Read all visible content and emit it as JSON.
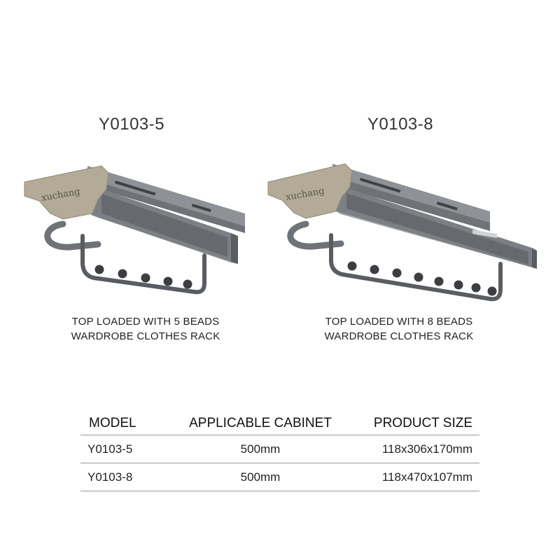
{
  "products": [
    {
      "model": "Y0103-5",
      "brand": "xuchang",
      "beads": 5,
      "desc_line1": "TOP LOADED WITH 5 BEADS",
      "desc_line2": "WARDROBE CLOTHES RACK"
    },
    {
      "model": "Y0103-8",
      "brand": "xuchang",
      "beads": 8,
      "desc_line1": "TOP LOADED WITH 8 BEADS",
      "desc_line2": "WARDROBE CLOTHES RACK"
    }
  ],
  "table": {
    "headers": [
      "MODEL",
      "APPLICABLE CABINET",
      "PRODUCT SIZE"
    ],
    "rows": [
      [
        "Y0103-5",
        "500mm",
        "118x306x170mm"
      ],
      [
        "Y0103-8",
        "500mm",
        "118x470x107mm"
      ]
    ]
  },
  "colors": {
    "metal": "#6f7378",
    "metal_dark": "#4f5256",
    "metal_light": "#a4a8ad",
    "leather": "#b3aa98",
    "bead": "#3c3e42"
  }
}
